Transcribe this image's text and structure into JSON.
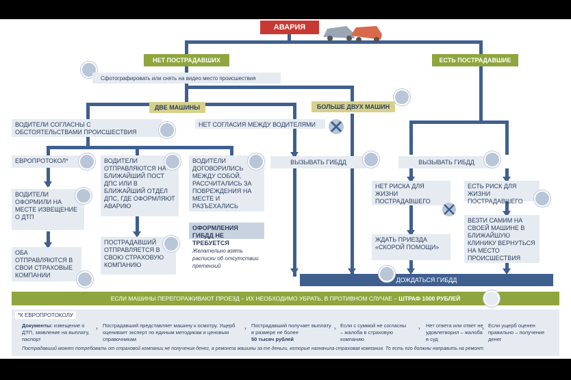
{
  "title": "АВАРИЯ",
  "no_injured": "НЕТ ПОСТРАДАВШИХ",
  "injured": "ЕСТЬ ПОСТРАДАВШИЕ",
  "photo_note": "Сфотографировать или снять на видео место происшествия",
  "two_cars": "ДВЕ МАШИНЫ",
  "more_cars": "БОЛЬШЕ ДВУХ МАШИН",
  "drivers_agree": "ВОДИТЕЛИ СОГЛАСНЫ С ОБСТОЯТЕЛЬСТВАМИ ПРОИСШЕСТВИЯ",
  "no_agreement": "НЕТ СОГЛАСИЯ МЕЖДУ ВОДИТЕЛЯМИ",
  "europrotocol": "ЕВРОПРОТОКОЛ*",
  "drivers_to_post": "ВОДИТЕЛИ ОТПРАВЛЯЮТСЯ НА БЛИЖАЙШИЙ ПОСТ ДПС ИЛИ В БЛИЖАЙШИЙ ОТДЕЛ ДПС, ГДЕ ОФОРМЛЯЮТ АВАРИЮ",
  "drivers_agreed": "ВОДИТЕЛИ ДОГОВОРИЛИСЬ МЕЖДУ СОБОЙ, РАССЧИТАЛИСЬ ЗА ПОВРЕЖДЕНИЯ НА МЕСТЕ И РАЗЪЕХАЛИСЬ",
  "call_gibdd_1": "ВЫЗЫВАТЬ ГИБДД",
  "call_gibdd_2": "ВЫЗЫВАТЬ ГИБДД",
  "drivers_fill": "ВОДИТЕЛИ ОФОРМИЛИ НА МЕСТЕ ИЗВЕЩЕНИЕ О ДТП",
  "both_insurance": "ОБА ОТПРАВЛЯЮТСЯ В СВОИ СТРАХОВЫЕ КОМПАНИИ",
  "victim_insurance": "ПОСТРАДАВШИЙ ОТПРАВЛЯЕТСЯ В СВОЮ СТРАХОВУЮ КОМПАНИЮ",
  "no_gibdd": "ОФОРМЛЕНИЯ ГИБДД НЕ ТРЕБУЕТСЯ",
  "receipts": "Желательно взять расписки об отсутствии претензий",
  "no_risk": "НЕТ РИСКА ДЛЯ ЖИЗНИ ПОСТРАДАВШЕГО",
  "risk": "ЕСТЬ РИСК ДЛЯ ЖИЗНИ ПОСТРАДАВШЕГО",
  "wait_ambulance": "ЖДАТЬ ПРИЕЗДА «СКОРОЙ ПОМОЩИ»",
  "take_clinic": "ВЕЗТИ САМИМ НА СВОЕЙ МАШИНЕ В БЛИЖАЙШУЮ КЛИНИКУ ВЕРНУТЬСЯ НА МЕСТО ПРОИСШЕСТВИЯ",
  "wait_gibdd": "ДОЖДАТЬСЯ ГИБДД",
  "banner_text": "ЕСЛИ МАШИНЫ ПЕРЕГОРАЖИВАЮТ ПРОЕЗД – ИХ НЕОБХОДИМО УБРАТЬ, В ПРОТИВНОМ СЛУЧАЕ – ",
  "banner_fine": "ШТРАФ 1000 РУБЛЕЙ",
  "footnote_title": "*К ЕВРОПРОТОКОЛУ",
  "notes": {
    "docs_bold": "Документы:",
    "docs": " извещение о ДТП, заявление на выплату, паспорт",
    "inspect": "Пострадавший представляет машину к осмотру. Ущерб оценивает эксперт по единым методикам и ценовым справочникам",
    "payout": "Пострадавший получает выплату в размере не более",
    "payout_bold": "50 тысяч рублей",
    "disagree": "Если с суммой не согласны – жалоба в страховую компанию",
    "no_answer": "Нет ответа или ответ не удовлетворил – жалоба в суд",
    "correct": "Если ущерб оценен правильно – получение денег",
    "bottom": "Пострадавший может потребовать от страховой компании не получения денег, а ремонта машины за те деньги, которые назначила страховая компания. То есть его должны направить на ремонт"
  },
  "colors": {
    "red": "#c73a33",
    "green": "#8ea63d",
    "olive": "#d6d08b",
    "line": "#3f5f8f",
    "box": "#e6ebf2",
    "text": "#2c3e5c"
  }
}
